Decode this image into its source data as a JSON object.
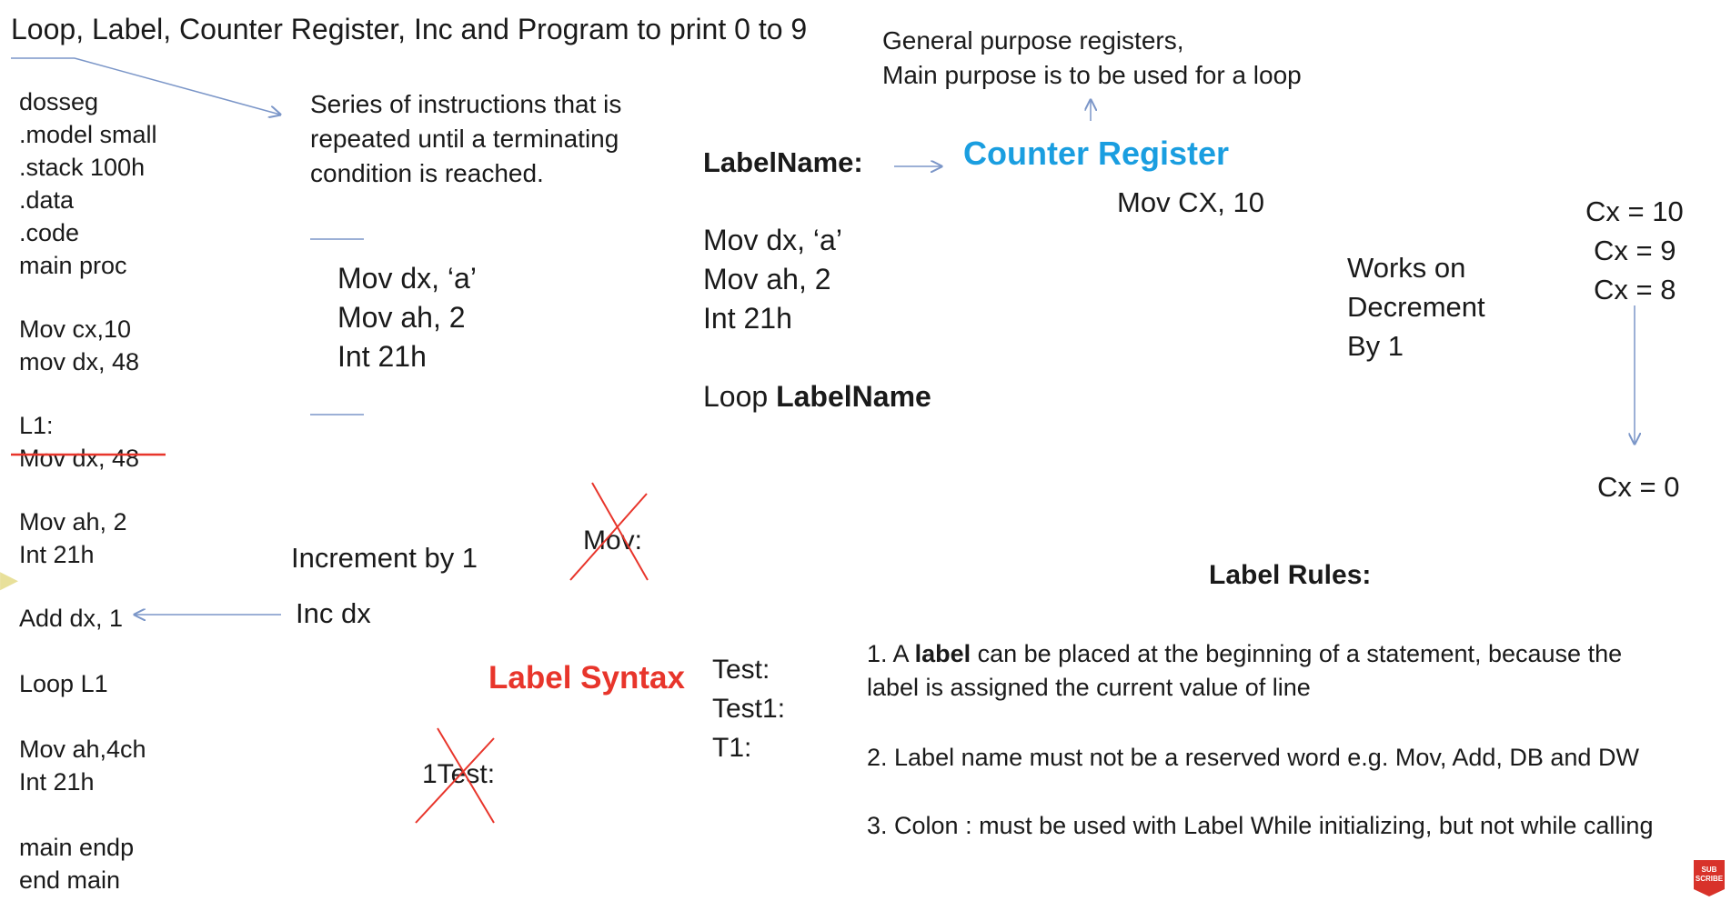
{
  "title": "Loop, Label, Counter Register, Inc and Program to print 0 to 9",
  "program": [
    "dosseg",
    ".model small",
    ".stack 100h",
    ".data",
    ".code",
    "main proc",
    "",
    "Mov cx,10",
    "mov dx, 48",
    "",
    "L1:",
    "Mov dx, 48",
    "",
    "Mov ah, 2",
    "Int 21h",
    "",
    "Add dx, 1",
    "",
    "Loop L1",
    "",
    "Mov ah,4ch",
    "Int 21h",
    "",
    "main endp",
    "end main"
  ],
  "loop_definition": [
    "Series of instructions that is",
    "repeated until a terminating",
    "condition is reached."
  ],
  "loop_body": [
    "Mov dx, ‘a’",
    "Mov ah, 2",
    "Int 21h"
  ],
  "increment": {
    "label": "Increment by 1",
    "instruction": "Inc dx"
  },
  "invalid_labels": {
    "mov": "Mov:",
    "one_test": "1Test:"
  },
  "label_syntax": {
    "heading": "Label Syntax",
    "examples": [
      "Test:",
      "Test1:",
      "T1:"
    ]
  },
  "loop_syntax": {
    "label_name": "LabelName:",
    "body": [
      "Mov dx, ‘a’",
      "Mov ah, 2",
      "Int 21h"
    ],
    "loop_prefix": "Loop ",
    "loop_target": "LabelName"
  },
  "counter_register": {
    "heading": "Counter Register",
    "note": [
      "General purpose registers,",
      "Main purpose is to be used for a loop"
    ],
    "init": "Mov CX, 10",
    "works_on": [
      "Works on",
      "Decrement",
      "By 1"
    ],
    "values": [
      "Cx = 10",
      "Cx = 9",
      "Cx = 8"
    ],
    "final": "Cx = 0"
  },
  "label_rules": {
    "heading": "Label Rules:",
    "rule1_prefix": "1. A ",
    "rule1_bold": "label",
    "rule1_suffix": " can be placed at the beginning of a statement, because the",
    "rule1_line2": "label is assigned the current value of line",
    "rule2": "2. Label name must not be a reserved word e.g. Mov, Add, DB and DW",
    "rule3": "3. Colon : must be used with Label While initializing, but not while calling"
  },
  "badge": "SUB SCRIBE",
  "colors": {
    "accent_blue": "#1a9ee0",
    "accent_red": "#e8352b",
    "arrow": "#7b96c8"
  }
}
